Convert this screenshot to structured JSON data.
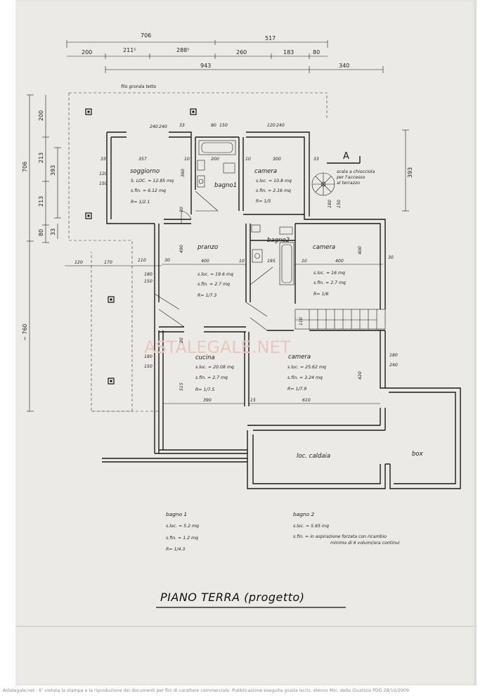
{
  "sheet_title": "PIANO TERRA  (progetto)",
  "watermark": "ASTALEGALE.NET",
  "footer": "Astalegale.net - E' vietata la stampa e la riproduzione dei documenti per fini di carattere commerciale. Pubblicazione eseguita giusta iscriz. elenco Min. della Giustizia PDG 28/10/2009",
  "labels": {
    "fascia_tetto": "filo gronda tetto",
    "section_mark": "A",
    "stair_note_1": "scala a chiocciola",
    "stair_note_2": "per l'accesso",
    "stair_note_3": "al terrazzo"
  },
  "dimensions": {
    "top_706": "706",
    "top_517": "517",
    "top_200": "200",
    "top_211": "211⁵",
    "top_288": "288⁵",
    "top_260": "260",
    "top_183": "183",
    "top_80": "80",
    "top_943": "943",
    "top_340": "340",
    "left_706": "706",
    "left_200": "200",
    "left_213a": "213",
    "left_393": "393",
    "left_213b": "213",
    "left_80": "80",
    "left_33": "33",
    "left_760": "~ 760",
    "right_393": "393",
    "d_240a": "240",
    "d_240b": "240",
    "d_33a": "33",
    "d_80": "80",
    "d_150a": "150",
    "d_120": "120",
    "d_240c": "240",
    "d_33b": "33",
    "d_357": "357",
    "d_10a": "10",
    "d_200": "200",
    "d_10b": "10",
    "d_300": "300",
    "d_33c": "33",
    "d_120b": "120",
    "d_150b": "150",
    "d_360": "360",
    "d_30a": "30",
    "d_180a": "180",
    "d_150c": "150",
    "d_120c": "120",
    "d_170": "170",
    "d_110": "110",
    "d_30b": "30",
    "d_490": "490",
    "d_400a": "400",
    "d_10c": "10",
    "d_195": "195",
    "d_10d": "10",
    "d_400b": "400",
    "d_400c": "400",
    "d_30c": "30",
    "d_180b": "180",
    "d_150d": "150",
    "d_20": "20",
    "d_180c": "180",
    "d_240d": "240",
    "d_180d": "180",
    "d_150e": "150",
    "d_515": "515",
    "d_420": "420",
    "d_390": "390",
    "d_15": "15",
    "d_610": "610",
    "d_110b": "110"
  },
  "rooms": [
    {
      "name": "soggiorno",
      "l1": "S. LOC. = 12.85 mq",
      "l2": "s.fin. = 6.12 mq",
      "l3": "R= 1/2.1"
    },
    {
      "name": "bagno1",
      "l1": "",
      "l2": "",
      "l3": ""
    },
    {
      "name": "camera",
      "l1": "s.loc. = 10.8 mq",
      "l2": "s.fin. = 2.16 mq",
      "l3": "R= 1/5"
    },
    {
      "name": "pranzo",
      "l1": "s.loc. = 19.6 mq",
      "l2": "s.fin. = 2.7 mq",
      "l3": "R= 1/7.3"
    },
    {
      "name": "bagno2",
      "l1": "",
      "l2": "",
      "l3": ""
    },
    {
      "name": "camera",
      "l1": "s.loc. = 16 mq",
      "l2": "s.fin. = 2.7 mq",
      "l3": "R= 1/6"
    },
    {
      "name": "cucina",
      "l1": "s.loc. = 20.08 mq",
      "l2": "s.fin. = 2.7 mq",
      "l3": "R= 1/7.5"
    },
    {
      "name": "camera",
      "l1": "s.loc. = 25.62 mq",
      "l2": "s.fin. = 3.24 mq",
      "l3": "R= 1/7.9"
    },
    {
      "name": "loc. caldaia",
      "l1": "",
      "l2": "",
      "l3": ""
    },
    {
      "name": "box",
      "l1": "",
      "l2": "",
      "l3": ""
    }
  ],
  "legend": {
    "bagno1": {
      "title": "bagno 1",
      "l1": "s.loc. = 5.2 mq",
      "l2": "s.fin. = 1.2 mq",
      "l3": "R= 1/4.3"
    },
    "bagno2": {
      "title": "bagno 2",
      "l1": "s.loc. = 5.65 mq",
      "l2": "s.fin. = in aspirazione forzata con ricambio",
      "l3": "minimo di 6 volumi/ora continui"
    }
  }
}
